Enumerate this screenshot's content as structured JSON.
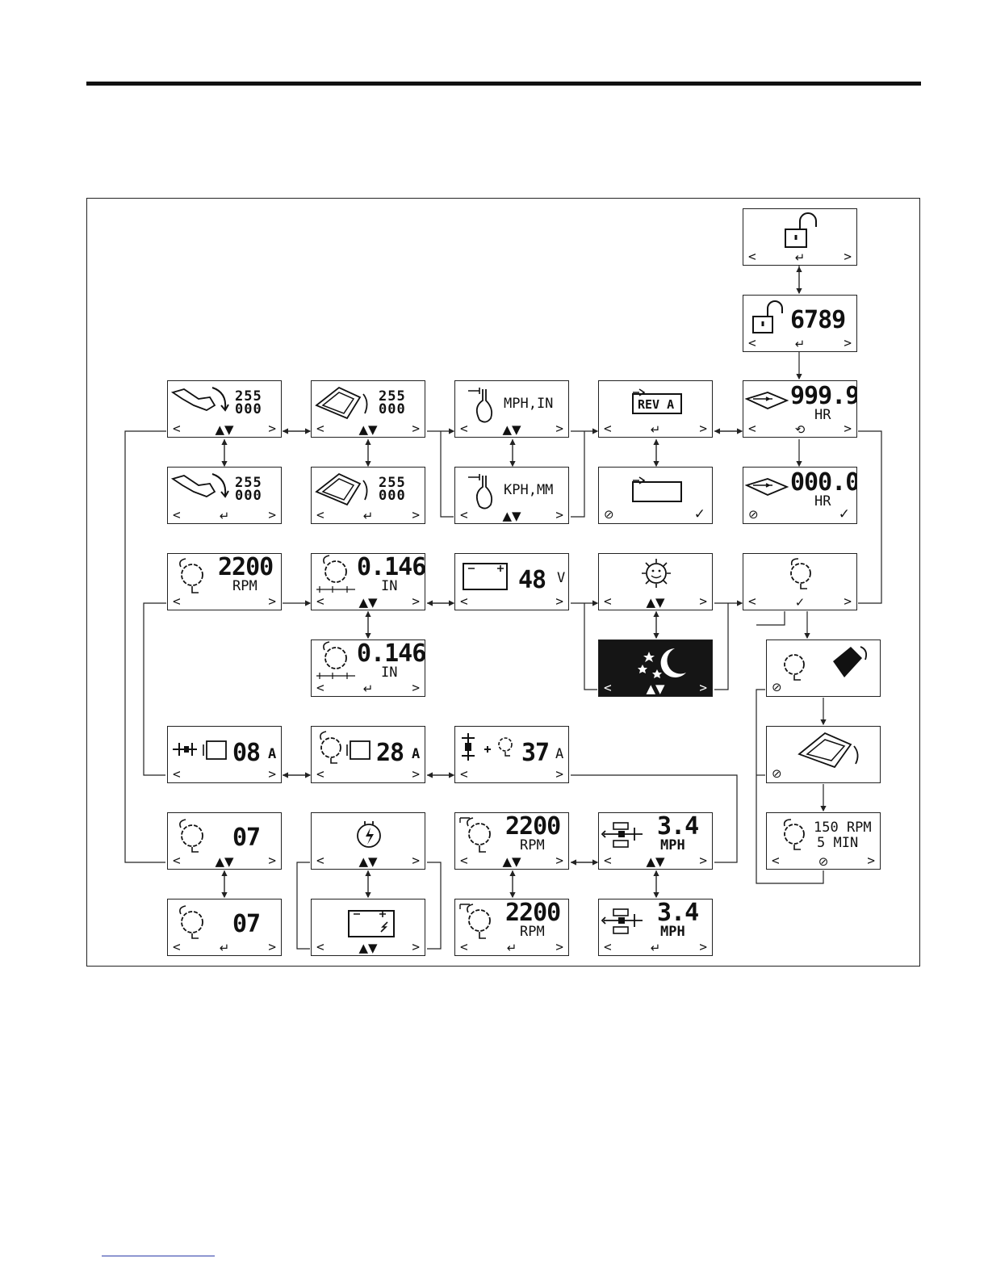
{
  "screens": {
    "s_lock": {
      "nav": {
        "left": "<",
        "center": "↵",
        "right": ">"
      }
    },
    "s_code": {
      "value": "6789",
      "nav": {
        "left": "<",
        "center": "↵",
        "right": ">"
      }
    },
    "s_r1c1": {
      "top": "255",
      "bottom": "000",
      "nav": {
        "left": "<",
        "center": "▲▼",
        "right": ">"
      }
    },
    "s_r1c2": {
      "top": "255",
      "bottom": "000",
      "nav": {
        "left": "<",
        "center": "▲▼",
        "right": ">"
      }
    },
    "s_r1c3": {
      "value": "MPH,IN",
      "nav": {
        "left": "<",
        "center": "▲▼",
        "right": ">"
      }
    },
    "s_r1c4": {
      "value": "REV A",
      "nav": {
        "left": "<",
        "center": "↵",
        "right": ">"
      }
    },
    "s_r1c5": {
      "value": "999.9",
      "unit": "HR",
      "nav": {
        "left": "<",
        "center": "⟲",
        "right": ">"
      }
    },
    "s_r2c1": {
      "top": "255",
      "bottom": "000",
      "nav": {
        "left": "<",
        "center": "↵",
        "right": ">"
      }
    },
    "s_r2c2": {
      "top": "255",
      "bottom": "000",
      "nav": {
        "left": "<",
        "center": "↵",
        "right": ">"
      }
    },
    "s_r2c3": {
      "value": "KPH,MM",
      "nav": {
        "left": "<",
        "center": "▲▼",
        "right": ">"
      }
    },
    "s_r2c4": {
      "cancel": "⊘",
      "ok": "✓"
    },
    "s_r2c5": {
      "value": "000.0",
      "unit": "HR",
      "cancel": "⊘",
      "ok": "✓"
    },
    "s_r3c1": {
      "value": "2200",
      "unit": "RPM",
      "nav": {
        "left": "<",
        "right": ">"
      }
    },
    "s_r3c2": {
      "value": "0.146",
      "unit": "IN",
      "nav": {
        "left": "<",
        "center": "▲▼",
        "right": ">"
      }
    },
    "s_r3c3": {
      "value": "48",
      "unit": "V",
      "nav": {
        "left": "<",
        "right": ">"
      }
    },
    "s_r3c4": {
      "nav": {
        "left": "<",
        "center": "▲▼",
        "right": ">"
      }
    },
    "s_r3c5": {
      "nav": {
        "left": "<",
        "center": "✓",
        "right": ">"
      }
    },
    "s_r4c2": {
      "value": "0.146",
      "unit": "IN",
      "nav": {
        "left": "<",
        "center": "↵",
        "right": ">"
      }
    },
    "s_r4c4": {
      "nav": {
        "left": "<",
        "center": "▲▼",
        "right": ">"
      }
    },
    "s_r4c5": {
      "cancel": "⊘"
    },
    "s_r5c1": {
      "value": "08",
      "unit": "A",
      "nav": {
        "left": "<",
        "right": ">"
      }
    },
    "s_r5c2": {
      "value": "28",
      "unit": "A",
      "nav": {
        "left": "<",
        "right": ">"
      }
    },
    "s_r5c3": {
      "value": "37",
      "unit": "A",
      "nav": {
        "left": "<",
        "right": ">"
      }
    },
    "s_r5c5": {
      "cancel": "⊘"
    },
    "s_r6c1": {
      "value": "07",
      "nav": {
        "left": "<",
        "center": "▲▼",
        "right": ">"
      }
    },
    "s_r6c2": {
      "nav": {
        "left": "<",
        "center": "▲▼",
        "right": ">"
      }
    },
    "s_r6c3": {
      "value": "2200",
      "unit": "RPM",
      "nav": {
        "left": "<",
        "center": "▲▼",
        "right": ">"
      }
    },
    "s_r6c4": {
      "value": "3.4",
      "unit": "MPH",
      "nav": {
        "left": "<",
        "center": "▲▼",
        "right": ">"
      }
    },
    "s_r6c5": {
      "line1": "150 RPM",
      "line2": "5 MIN",
      "nav": {
        "left": "<",
        "center": "⊘",
        "right": ">"
      }
    },
    "s_r7c1": {
      "value": "07",
      "nav": {
        "left": "<",
        "center": "↵",
        "right": ">"
      }
    },
    "s_r7c2": {
      "nav": {
        "left": "<",
        "center": "▲▼",
        "right": ">"
      }
    },
    "s_r7c3": {
      "value": "2200",
      "unit": "RPM",
      "nav": {
        "left": "<",
        "center": "↵",
        "right": ">"
      }
    },
    "s_r7c4": {
      "value": "3.4",
      "unit": "MPH",
      "nav": {
        "left": "<",
        "center": "↵",
        "right": ">"
      }
    }
  },
  "icons": {
    "lock": "open-padlock-icon",
    "lift": "lift-arm-icon",
    "seat": "seat-tilt-icon",
    "horn": "units-icon",
    "rev": "revision-icon",
    "service": "service-book-icon",
    "reset": "reset-icon",
    "motor": "motor-icon",
    "battery": "battery-icon",
    "sun": "sun-icon",
    "moon": "moon-stars-icon",
    "brake": "brake-pedal-icon",
    "truck": "truck-axle-icon",
    "flash": "charge-icon"
  },
  "colors": {
    "line": "#222222",
    "screen_bg": "#ffffff",
    "night_bg": "#151515",
    "accent_rule": "#2b3aa8"
  }
}
